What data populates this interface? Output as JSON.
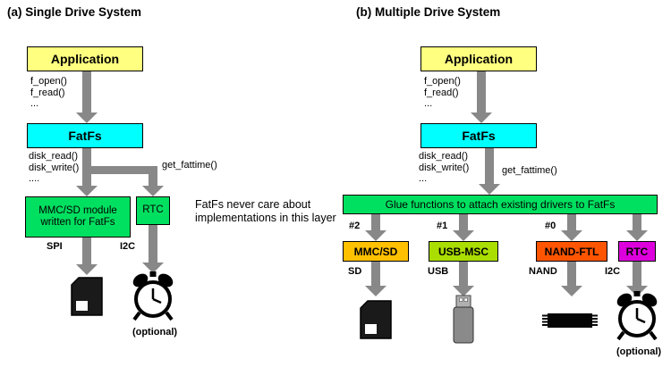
{
  "colors": {
    "application": "#FFFF80",
    "fatfs": "#00FFFF",
    "green": "#00E060",
    "mmcsd": "#FFC000",
    "usbmsc": "#AADD00",
    "nandftl": "#FF5500",
    "rtc": "#DD00DD",
    "arrow": "#888888"
  },
  "panel_a": {
    "title": "(a) Single Drive System",
    "application": "Application",
    "app_calls": [
      "f_open()",
      "f_read()",
      "..."
    ],
    "fatfs": "FatFs",
    "disk_calls": [
      "disk_read()",
      "disk_write()",
      "...."
    ],
    "get_fattime": "get_fattime()",
    "mmc_module": "MMC/SD module\nwritten for FatFs",
    "rtc": "RTC",
    "spi": "SPI",
    "i2c": "I2C",
    "note": "FatFs never care about implementations in this layer",
    "optional": "(optional)"
  },
  "panel_b": {
    "title": "(b) Multiple Drive System",
    "application": "Application",
    "app_calls": [
      "f_open()",
      "f_read()",
      "..."
    ],
    "fatfs": "FatFs",
    "disk_calls": [
      "disk_read()",
      "disk_write()",
      "..."
    ],
    "get_fattime": "get_fattime()",
    "glue": "Glue functions to attach existing drivers to FatFs",
    "slots": [
      "#2",
      "#1",
      "#0"
    ],
    "drivers": [
      {
        "label": "MMC/SD",
        "bus": "SD"
      },
      {
        "label": "USB-MSC",
        "bus": "USB"
      },
      {
        "label": "NAND-FTL",
        "bus": "NAND"
      },
      {
        "label": "RTC",
        "bus": "I2C"
      }
    ],
    "optional": "(optional)"
  }
}
